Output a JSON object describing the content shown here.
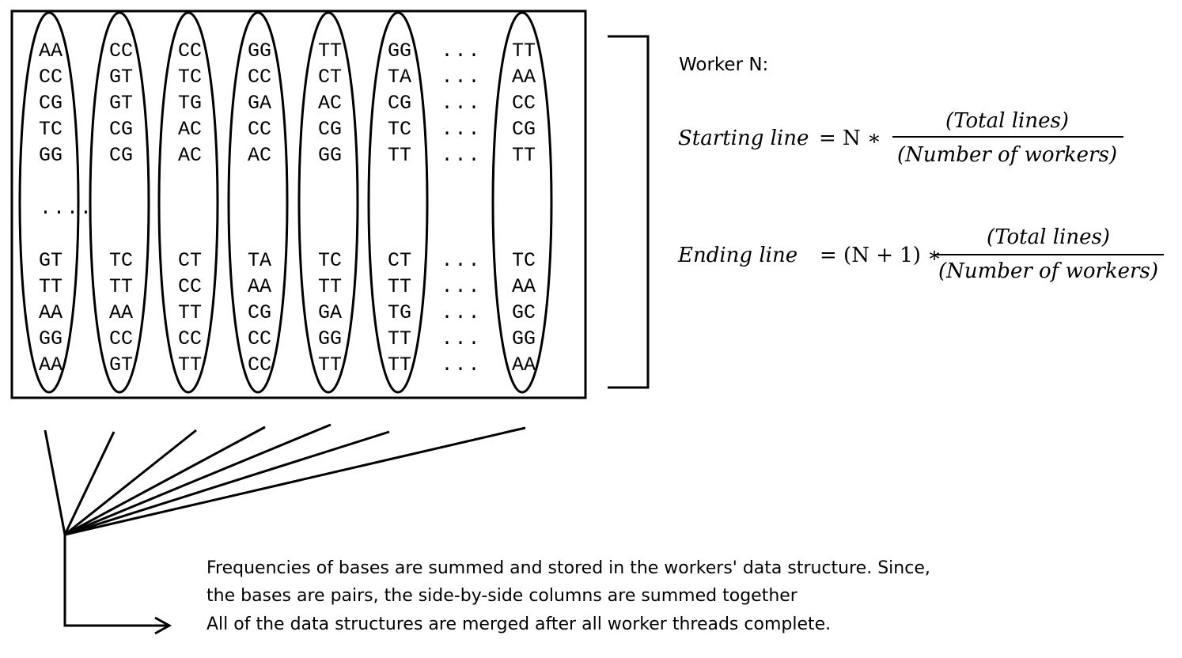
{
  "grid": {
    "columns": [
      {
        "top": [
          "AA",
          "CC",
          "CG",
          "TC",
          "GG"
        ],
        "gap_label": "....",
        "bottom": [
          "GT",
          "TT",
          "AA",
          "GG",
          "AA"
        ]
      },
      {
        "top": [
          "CC",
          "GT",
          "GT",
          "CG",
          "CG"
        ],
        "gap_label": "",
        "bottom": [
          "TC",
          "TT",
          "AA",
          "CC",
          "GT"
        ]
      },
      {
        "top": [
          "CC",
          "TC",
          "TG",
          "AC",
          "AC"
        ],
        "gap_label": "",
        "bottom": [
          "CT",
          "CC",
          "TT",
          "CC",
          "TT"
        ]
      },
      {
        "top": [
          "GG",
          "CC",
          "GA",
          "CC",
          "AC"
        ],
        "gap_label": "",
        "bottom": [
          "TA",
          "AA",
          "CG",
          "CC",
          "CC"
        ]
      },
      {
        "top": [
          "TT",
          "CT",
          "AC",
          "CG",
          "GG"
        ],
        "gap_label": "",
        "bottom": [
          "TC",
          "TT",
          "GA",
          "GG",
          "TT"
        ]
      },
      {
        "top": [
          "GG",
          "TA",
          "CG",
          "TC",
          "TT"
        ],
        "gap_label": "",
        "bottom": [
          "CT",
          "TT",
          "TG",
          "TT",
          "TT"
        ]
      },
      {
        "top": [
          "...",
          "...",
          "...",
          "...",
          "..."
        ],
        "gap_label": "",
        "bottom": [
          "...",
          "...",
          "...",
          "...",
          "..."
        ]
      },
      {
        "top": [
          "TT",
          "AA",
          "CC",
          "CG",
          "TT"
        ],
        "gap_label": "",
        "bottom": [
          "TC",
          "AA",
          "GC",
          "GG",
          "AA"
        ]
      }
    ]
  },
  "worker": {
    "title": "Worker N:",
    "start_lhs": "Starting line",
    "start_eq": "= N ∗",
    "start_num": "(Total lines)",
    "start_den": "(Number of workers)",
    "end_lhs": "Ending line",
    "end_eq": "= (N + 1) ∗",
    "end_num": "(Total lines)",
    "end_den": "(Number of workers)"
  },
  "description": [
    "Frequencies of bases are summed and stored in the workers' data structure. Since,",
    "the bases are pairs, the side-by-side columns are summed together",
    "All of the data structures are merged after all worker threads complete."
  ]
}
